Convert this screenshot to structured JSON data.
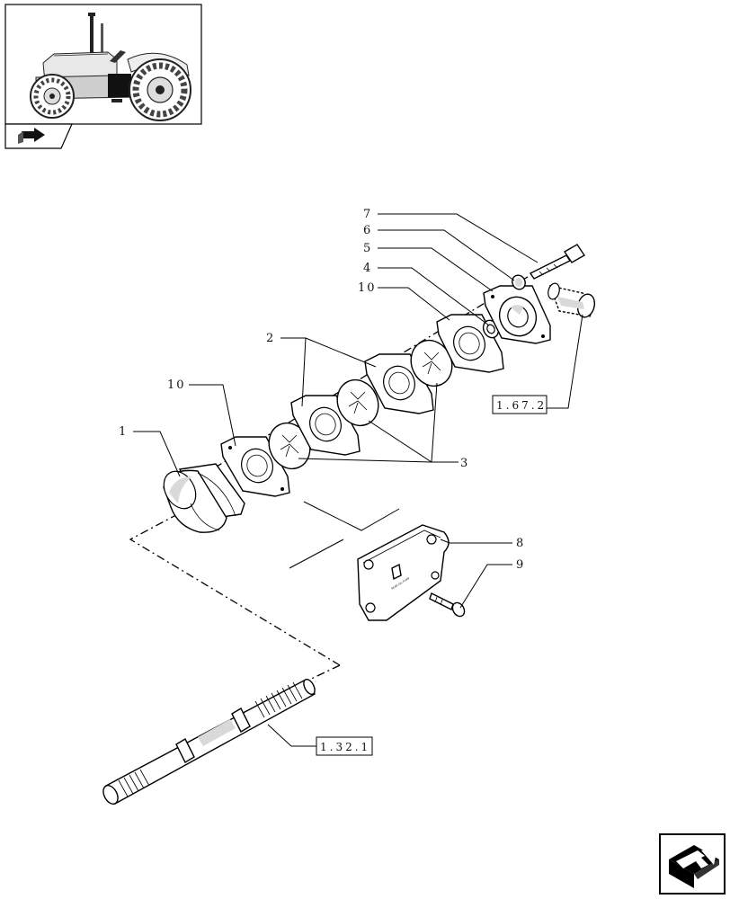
{
  "diagram": {
    "callouts": [
      {
        "id": "c1",
        "label": "1"
      },
      {
        "id": "c2",
        "label": "2"
      },
      {
        "id": "c3",
        "label": "3"
      },
      {
        "id": "c4",
        "label": "4"
      },
      {
        "id": "c5",
        "label": "5"
      },
      {
        "id": "c6",
        "label": "6"
      },
      {
        "id": "c7",
        "label": "7"
      },
      {
        "id": "c8",
        "label": "8"
      },
      {
        "id": "c9",
        "label": "9"
      },
      {
        "id": "c10a",
        "label": "10"
      },
      {
        "id": "c10b",
        "label": "10"
      }
    ],
    "references": [
      {
        "id": "r1",
        "label": "1.67.2"
      },
      {
        "id": "r2",
        "label": "1.32.1"
      }
    ],
    "part_marking": "REAR OIL PUMP"
  },
  "colors": {
    "line": "#000000",
    "background": "#ffffff",
    "shade": "#d9d9d9"
  },
  "icons": {
    "thumbnail": "tractor-thumbnail-icon",
    "section_tab": "section-arrow-icon",
    "navigation": "next-page-arrow-icon"
  }
}
